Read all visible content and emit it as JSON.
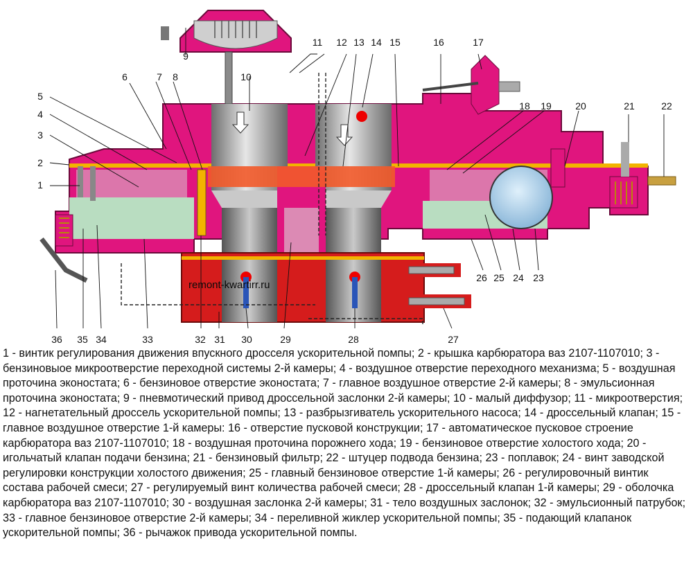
{
  "watermark": "remont-kwartirr.ru",
  "callouts": [
    "1",
    "2",
    "3",
    "4",
    "5",
    "6",
    "7",
    "8",
    "9",
    "10",
    "11",
    "12",
    "13",
    "14",
    "15",
    "16",
    "17",
    "18",
    "19",
    "20",
    "21",
    "22",
    "23",
    "24",
    "25",
    "26",
    "27",
    "28",
    "29",
    "30",
    "31",
    "32",
    "33",
    "34",
    "35",
    "36"
  ],
  "legend_text": "1 - винтик регулирования движения впускного дросселя ускорительной помпы; 2 - крышка карбюратора ваз 2107-1107010; 3 - бензиновыое микроотверстие переходной системы 2-й камеры; 4 - воздушное отверстие переходного механизма; 5 - воздушная проточина эконостата; 6 - бензиновое отверстие эконостата; 7 - главное воздушное отверстие 2-й камеры; 8 - эмульсионная проточина эконостата; 9 - пневмотический привод дроссельной заслонки 2-й камеры; 10 - малый диффузор; 11 - микроотверстия; 12 - нагнетательный дроссель ускорительной помпы; 13 - разбрызгиватель ускорительного насоса; 14 - дроссельный клапан; 15 - главное воздушное отверстие 1-й камеры: 16 - отверстие пусковой конструкции; 17 - автоматическое пусковое строение карбюратора ваз 2107-1107010; 18 - воздушная проточина порожнего хода; 19 - бензиновое отверстие холостого хода; 20 - игольчатый клапан подачи бензина; 21 - бензиновый фильтр; 22 - штуцер подвода бензина; 23 -  поплавок; 24 - винт заводской регулировки конструкции холостого движения; 25 -  главный бензиновое отверстие 1-й камеры; 26 - регулировочный винтик состава рабочей смеси; 27 - регулируемый винт количества рабочей смеси; 28 - дроссельный клапан 1-й камеры; 29 - оболочка карбюратора ваз 2107-1107010; 30 - воздушная заслонка 2-й камеры; 31 - тело воздушных заслонок; 32 -  эмульсионный патрубок; 33 - главное бензиновое отверстие 2-й камеры; 34 - переливной жиклер ускорительной помпы; 35 - подающий клапанок ускорительной помпы; 36 - рычажок привода ускорительной помпы."
}
